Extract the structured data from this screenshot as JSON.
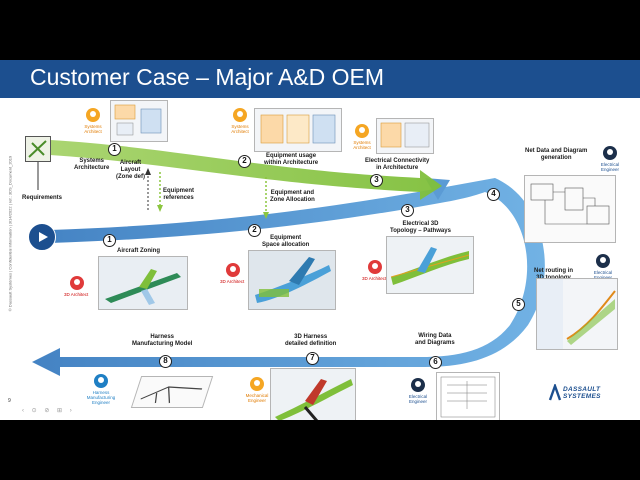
{
  "title": "Customer Case – Major A&D OEM",
  "side_note": "© Dassault Systèmes | Confidential Information | 3/14/2022 | ref.: 3DS_Document_2019",
  "page_number": "9",
  "logo": {
    "line1": "DASSAULT",
    "line2": "SYSTEMES"
  },
  "roles": {
    "systems_architect": "Systems Architect",
    "3d_architect": "3D Architect",
    "electrical_engineer": "Electrical Engineer",
    "mechanical_engineer": "Mechanical Engineer",
    "harness_mfg_engineer": "Harness Manufacturing Engineer"
  },
  "steps": {
    "s1_top": {
      "num": "1",
      "label": "Systems\nArchitecture"
    },
    "s2_top": {
      "num": "2",
      "label": "Equipment usage\nwithin Architecture"
    },
    "s3_top": {
      "num": "3",
      "label": "Electrical Connectivity\nin Architecture"
    },
    "s1_bot": {
      "num": "1",
      "label": "Aircraft Zoning"
    },
    "s2_bot": {
      "num": "2",
      "label": "Equipment\nSpace allocation"
    },
    "s3_bot": {
      "num": "3",
      "label": "Electrical 3D\nTopology – Pathways"
    },
    "s4": {
      "num": "4",
      "label": "Net Data and Diagram\ngeneration"
    },
    "s5": {
      "num": "5",
      "label": "Net routing in\n3D topology"
    },
    "s6": {
      "num": "6",
      "label": "Wiring Data\nand Diagrams"
    },
    "s7": {
      "num": "7",
      "label": "3D Harness\ndetailed definition"
    },
    "s8": {
      "num": "8",
      "label": "Harness\nManufacturing Model"
    }
  },
  "annotations": {
    "requirements": "Requirements",
    "aircraft_layout": "Aircraft\nLayout\n(Zone def)",
    "equipment_refs": "Equipment\nreferences",
    "equipment_zone": "Equipment and\nZone Allocation"
  },
  "colors": {
    "title_bar": "#1c4f8f",
    "green_arrow": "#8cc63f",
    "blue_arrow": "#5b9bd5",
    "role_orange": "#f5a623",
    "role_red": "#e03a3a",
    "role_blue": "#1f7fc4"
  }
}
